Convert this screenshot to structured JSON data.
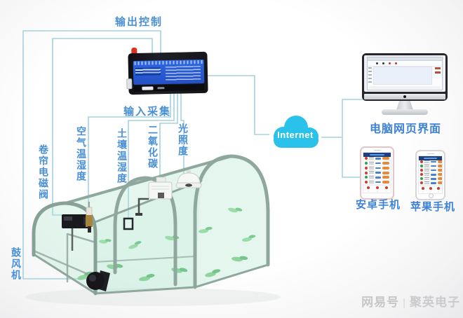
{
  "labels": {
    "output_control": "输出控制",
    "input_collect": "输入采集"
  },
  "sensors": [
    {
      "id": "air",
      "label": "空气温湿度"
    },
    {
      "id": "soil",
      "label": "土壤温湿度"
    },
    {
      "id": "co2",
      "label": "二氧化碳"
    },
    {
      "id": "light",
      "label": "光照度"
    }
  ],
  "actuators": [
    {
      "id": "roller-valve",
      "label": "卷帘电磁阀"
    },
    {
      "id": "blower",
      "label": "鼓风机"
    }
  ],
  "cloud": {
    "label": "Internet"
  },
  "terminals": {
    "pc_label": "电脑网页界面",
    "android_label": "安卓手机",
    "iphone_label": "苹果手机"
  },
  "watermark": {
    "platform": "网易号",
    "divider": "|",
    "publisher": "聚英电子"
  },
  "colors": {
    "connector_line": "#a3d2e0",
    "label_blue": "#4a90d4",
    "device_label_blue": "#3e82d8",
    "cloud_cyan": "#2ac2ea",
    "controller_panel_blue": "#2a5cd4",
    "greenhouse_frame": "#8fa89e",
    "watermark_gray": "#c7c7c9"
  }
}
